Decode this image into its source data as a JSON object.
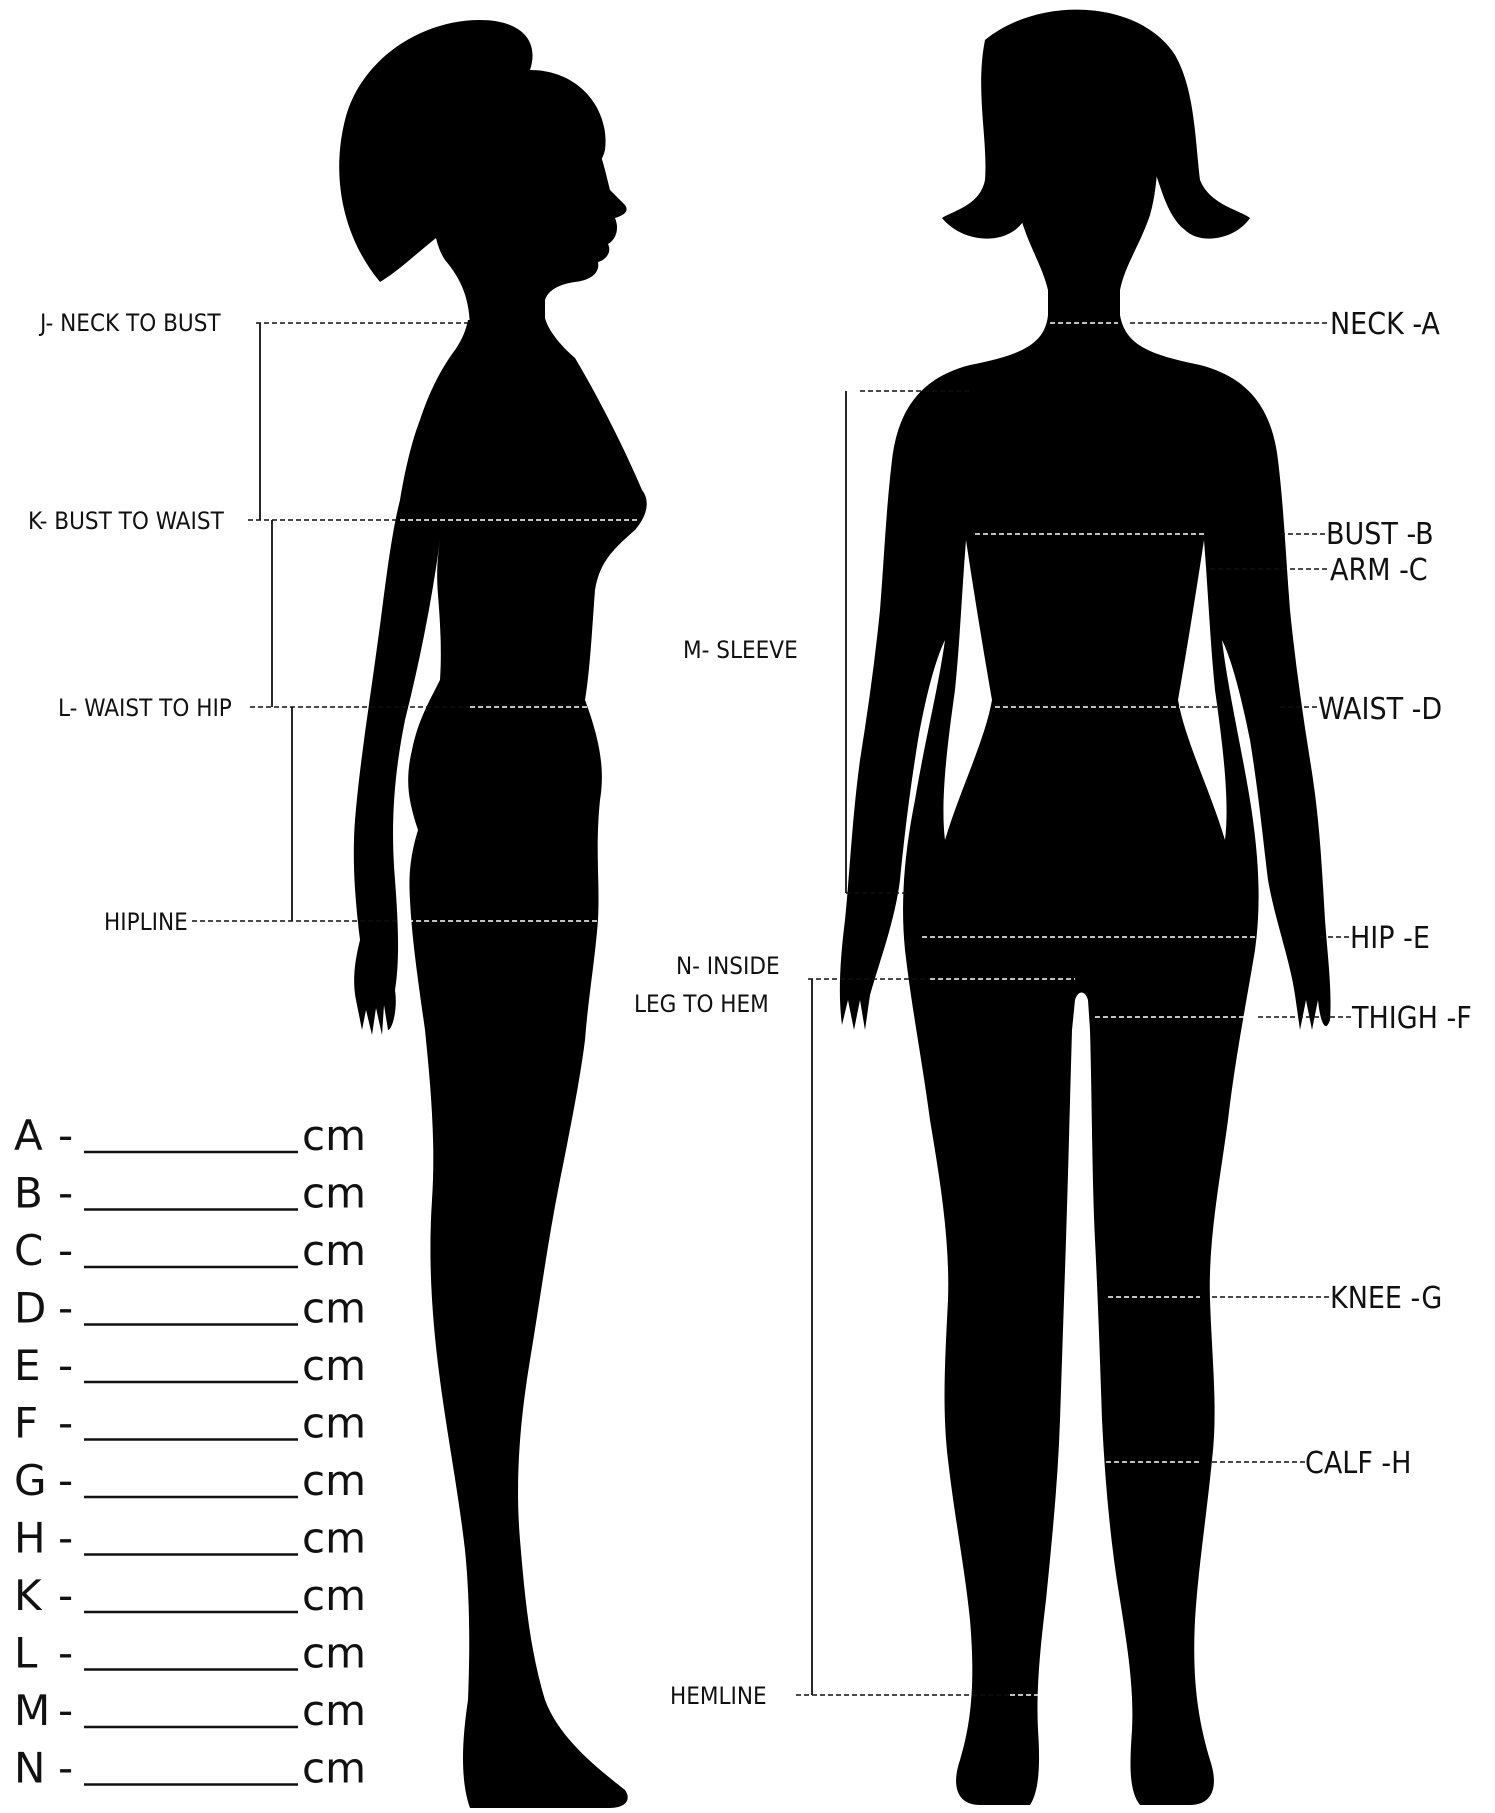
{
  "side_labels": {
    "neck_to_bust": "J- NECK TO BUST",
    "bust_to_waist": "K- BUST TO WAIST",
    "waist_to_hip": "L- WAIST TO HIP",
    "hipline": "HIPLINE"
  },
  "front_labels": {
    "neck": "NECK -A",
    "bust": "BUST -B",
    "arm": "ARM -C",
    "waist": "WAIST -D",
    "hip": "HIP -E",
    "thigh": "THIGH -F",
    "knee": "KNEE -G",
    "calf": "CALF -H",
    "sleeve": "M- SLEEVE",
    "inside_leg_1": "N- INSIDE",
    "inside_leg_2": "LEG TO HEM",
    "hemline": "HEMLINE"
  },
  "measurement_fields": [
    {
      "letter": "A",
      "unit": "cm"
    },
    {
      "letter": "B",
      "unit": "cm"
    },
    {
      "letter": "C",
      "unit": "cm"
    },
    {
      "letter": "D",
      "unit": "cm"
    },
    {
      "letter": "E",
      "unit": "cm"
    },
    {
      "letter": "F",
      "unit": "cm"
    },
    {
      "letter": "G",
      "unit": "cm"
    },
    {
      "letter": "H",
      "unit": "cm"
    },
    {
      "letter": "K",
      "unit": "cm"
    },
    {
      "letter": "L",
      "unit": "cm"
    },
    {
      "letter": "M",
      "unit": "cm"
    },
    {
      "letter": "N",
      "unit": "cm"
    }
  ],
  "colors": {
    "silhouette": "#000000",
    "ink": "#111111",
    "background": "#ffffff"
  }
}
